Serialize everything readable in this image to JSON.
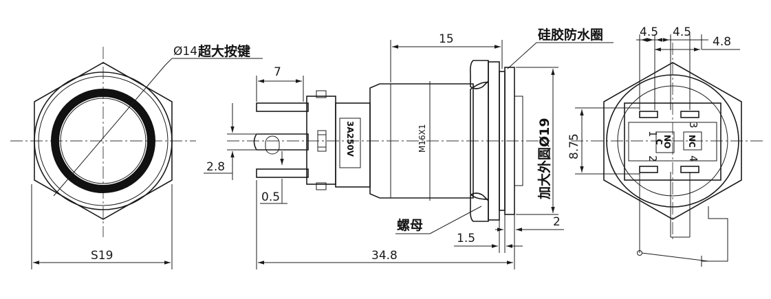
{
  "front_view": {
    "button_dim": "Ø14",
    "button_label": "超大按键",
    "hex_dim": "S19"
  },
  "side_view": {
    "terminal_length": "7",
    "terminal_width": "2.8",
    "terminal_thickness": "0.5",
    "body_length": "15",
    "thread_label": "M16X1",
    "rating_label": "3A250V",
    "total_length": "34.8",
    "seal_label": "硅胶防水圈",
    "nut_label": "螺母",
    "bezel_dim": "加大外圆Ø19",
    "dim_1_5": "1.5",
    "dim_2": "2"
  },
  "rear_view": {
    "pitch_a": "4.5",
    "pitch_b": "4.5",
    "pitch_c": "4.8",
    "height_dim": "8.75",
    "pins": [
      "1",
      "2",
      "3",
      "4"
    ],
    "no_label": "NO",
    "c_label": "C",
    "nc_label": "NC"
  }
}
